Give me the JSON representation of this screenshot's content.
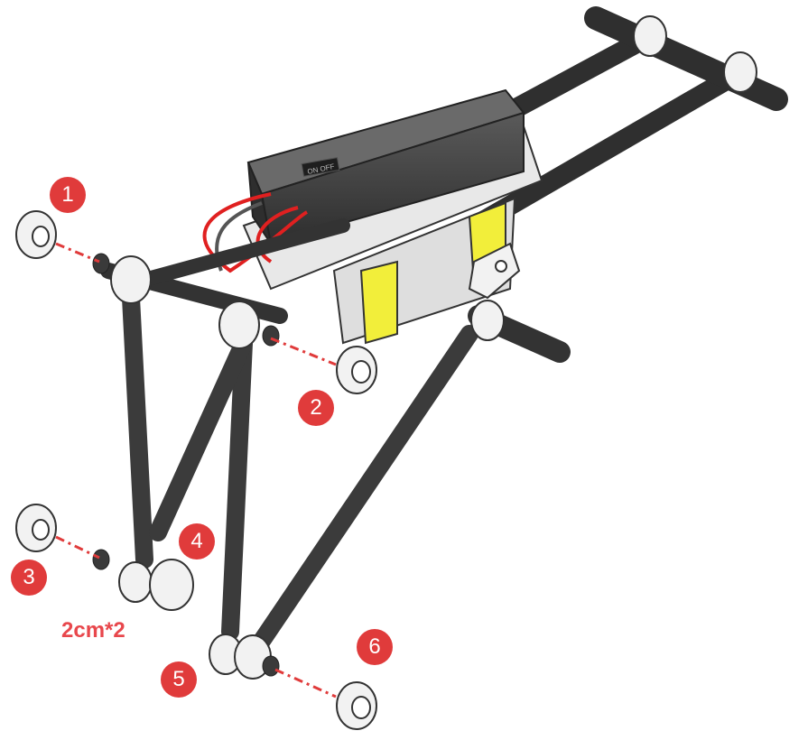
{
  "colors": {
    "marker": "#e03b3b",
    "dimension_text": "#e8474c",
    "rod": "#4a4a4a",
    "rod_highlight": "#8a8a8a",
    "bearing": "#f2f2f2",
    "battery_box": "#3c3c3c",
    "servo": "#f2ee3a",
    "wire": "#e02020"
  },
  "markers": [
    {
      "label": "1"
    },
    {
      "label": "2"
    },
    {
      "label": "3"
    },
    {
      "label": "4"
    },
    {
      "label": "5"
    },
    {
      "label": "6"
    }
  ],
  "dimension_label": "2cm*2",
  "battery_switch_text": "ON OFF"
}
